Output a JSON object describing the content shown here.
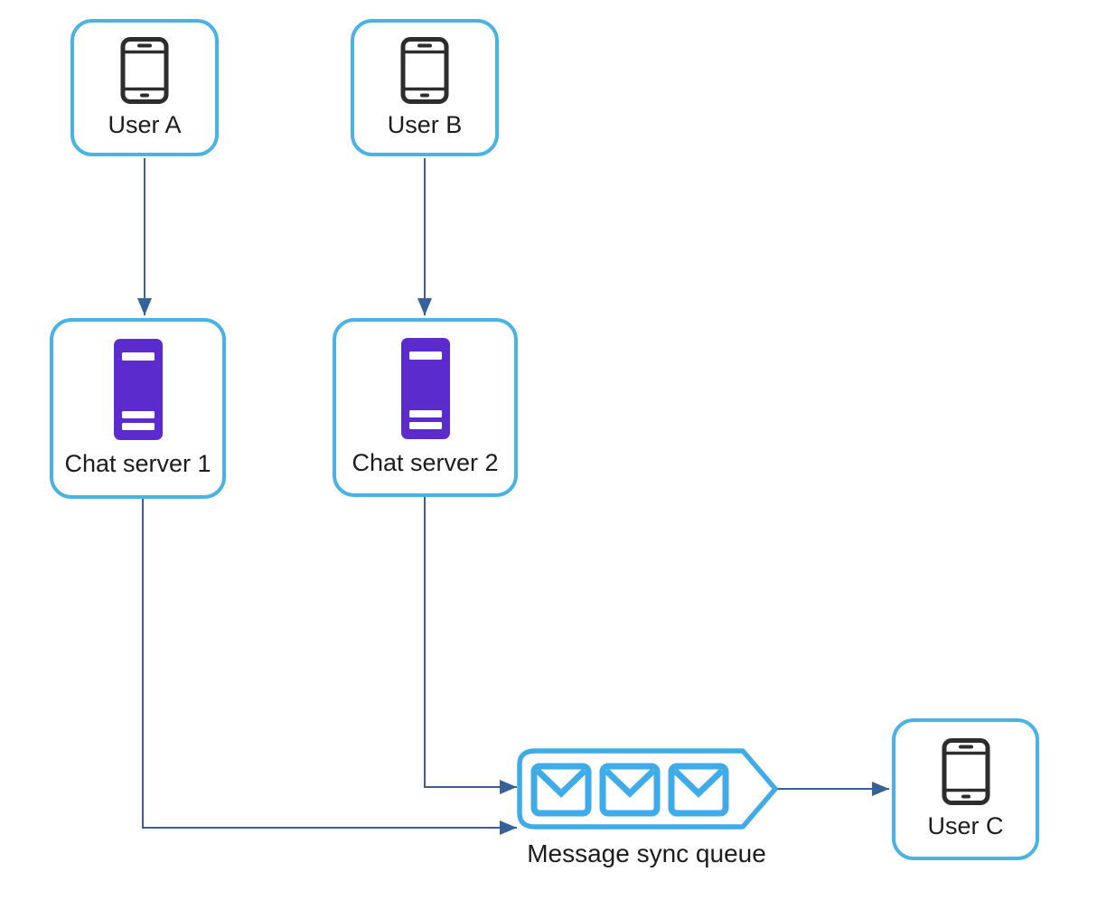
{
  "colors": {
    "node-border": "#4ab3e5",
    "queue-blue": "#3fabe8",
    "connector": "#36619a",
    "server-purple": "#5c2bce",
    "phone-stroke": "#2d2d2d",
    "text": "#1c1c1c",
    "background": "#ffffff"
  },
  "nodes": {
    "user_a": {
      "label": "User A",
      "icon": "phone-icon"
    },
    "user_b": {
      "label": "User B",
      "icon": "phone-icon"
    },
    "chat_server_1": {
      "label": "Chat server 1",
      "icon": "server-icon"
    },
    "chat_server_2": {
      "label": "Chat server 2",
      "icon": "server-icon"
    },
    "queue": {
      "label": "Message sync queue",
      "icon": "envelope-icon",
      "message_count": 3
    },
    "user_c": {
      "label": "User C",
      "icon": "phone-icon"
    }
  },
  "edges": [
    {
      "from": "user_a",
      "to": "chat_server_1"
    },
    {
      "from": "user_b",
      "to": "chat_server_2"
    },
    {
      "from": "chat_server_1",
      "to": "queue"
    },
    {
      "from": "chat_server_2",
      "to": "queue"
    },
    {
      "from": "queue",
      "to": "user_c"
    }
  ]
}
